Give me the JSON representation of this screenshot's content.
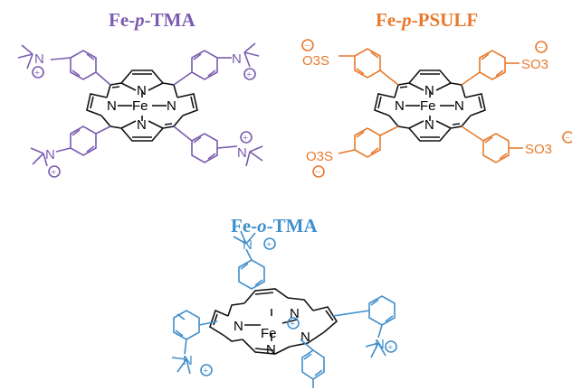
{
  "compounds": [
    {
      "name_prefix": "Fe-",
      "name_italic": "p",
      "name_suffix": "-TMA",
      "color": "#7a5bb0"
    },
    {
      "name_prefix": "Fe-",
      "name_italic": "p",
      "name_suffix": "-PSULF",
      "color": "#e9792d"
    },
    {
      "name_prefix": "Fe-",
      "name_italic": "o",
      "name_suffix": "-TMA",
      "color": "#3f8fcc"
    }
  ],
  "atoms": {
    "metal": "Fe",
    "nitrogen": "N",
    "sulfonate": "O3S",
    "sulfonate_right": "SO3",
    "plus": "+",
    "minus": "−"
  },
  "core_color": "#111111"
}
